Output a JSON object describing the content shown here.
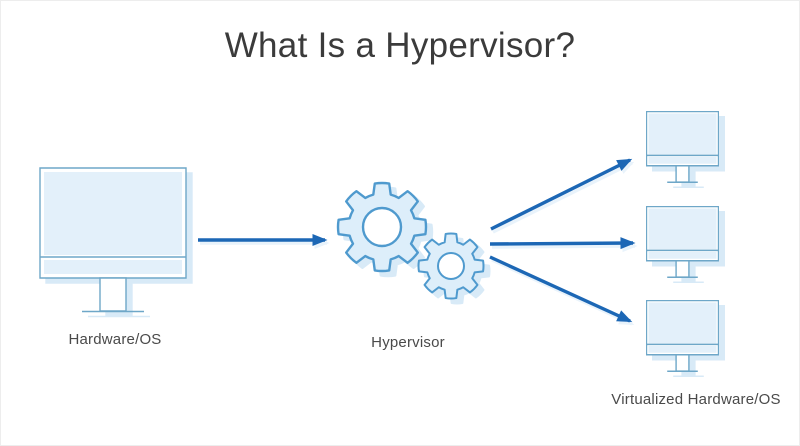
{
  "title": "What Is a Hypervisor?",
  "nodes": {
    "source": {
      "label": "Hardware/OS",
      "icon": "desktop-monitor-icon"
    },
    "hypervisor": {
      "label": "Hypervisor",
      "icon": "gears-icon"
    },
    "virtual": {
      "label": "Virtualized Hardware/OS",
      "icon": "desktop-monitor-icon",
      "vm_count": 3
    }
  },
  "edges": [
    {
      "from": "Hardware/OS",
      "to": "Hypervisor"
    },
    {
      "from": "Hypervisor",
      "to": "Virtual machine 1"
    },
    {
      "from": "Hypervisor",
      "to": "Virtual machine 2"
    },
    {
      "from": "Hypervisor",
      "to": "Virtual machine 3"
    }
  ],
  "colors": {
    "background": "#ffffff",
    "arrow": "#1c67b5",
    "monitor_stroke": "#6ea7c8",
    "gear_stroke": "#4f9ace",
    "screen_fill": "#e3f0fa",
    "gear_fill": "#ddeefa",
    "shadow": "#d8eaf7",
    "title_text": "#3b3b3b",
    "label_text": "#4a4a4a"
  }
}
